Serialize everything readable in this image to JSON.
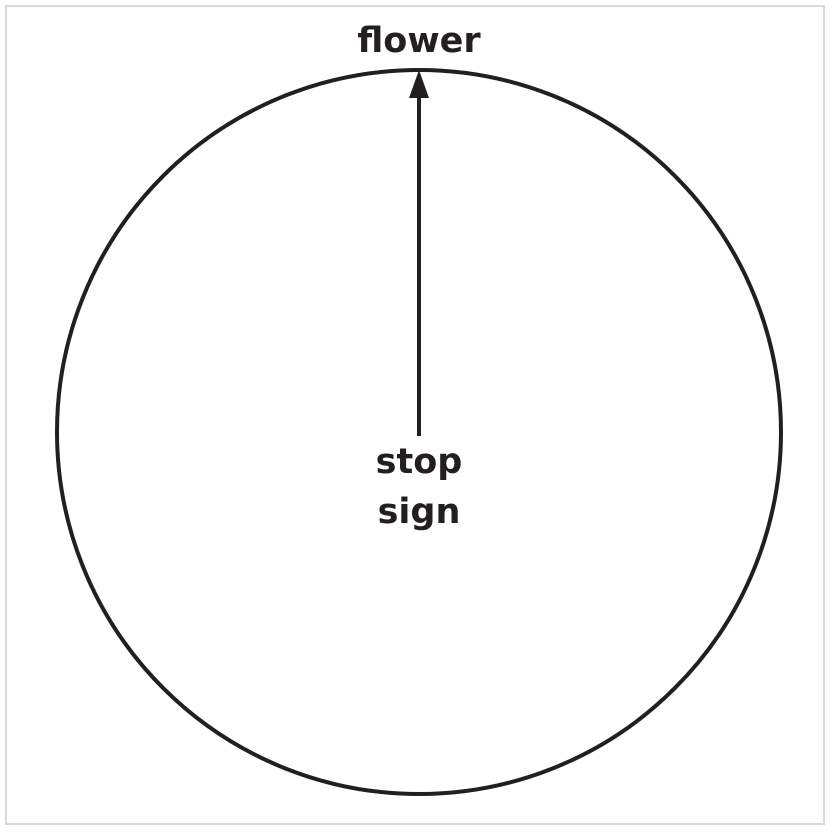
{
  "diagram": {
    "top_label": "flower",
    "center_label_line1": "stop",
    "center_label_line2": "sign"
  },
  "colors": {
    "stroke": "#231f20",
    "frame_border": "#d9d9d9",
    "background": "#ffffff"
  }
}
